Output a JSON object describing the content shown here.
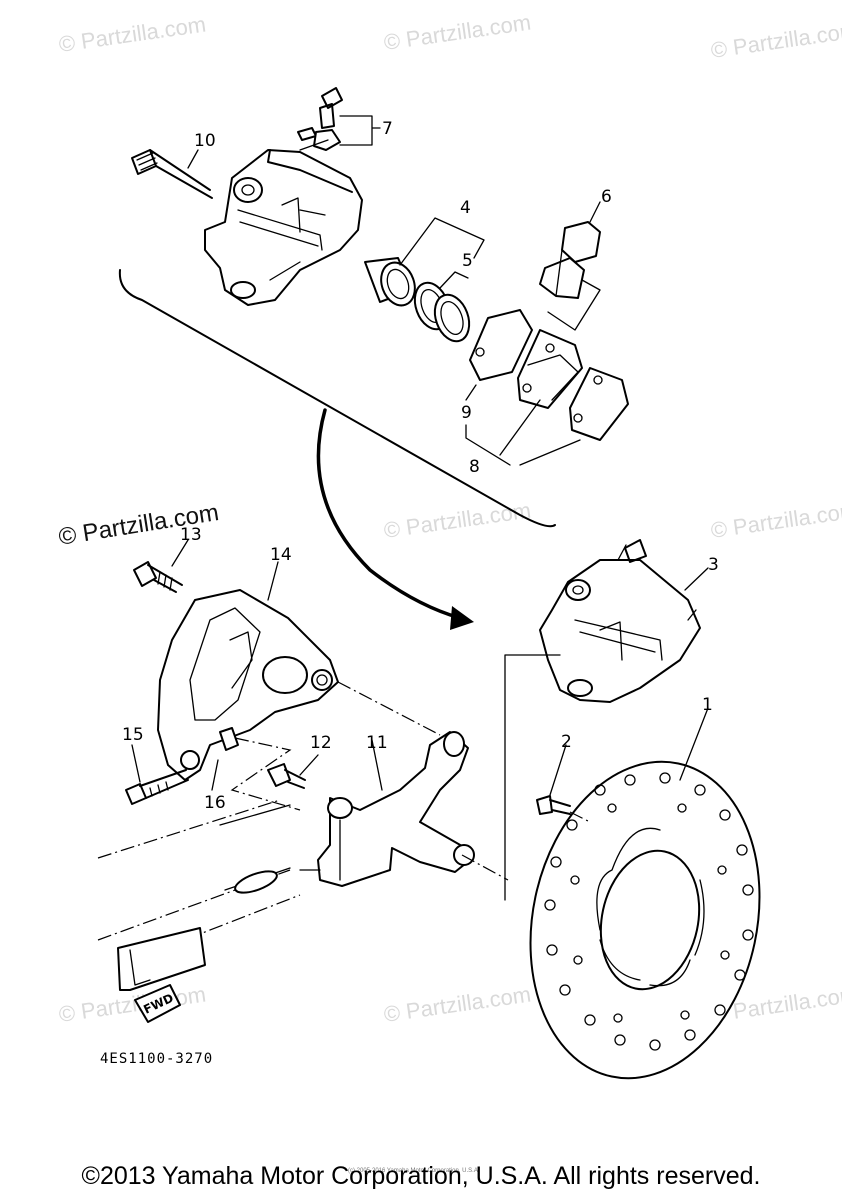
{
  "watermark": "© Partzilla.com",
  "callouts": {
    "c1": "1",
    "c2": "2",
    "c3": "3",
    "c4": "4",
    "c5": "5",
    "c6": "6",
    "c7": "7",
    "c8": "8",
    "c9": "9",
    "c10": "10",
    "c11": "11",
    "c12": "12",
    "c13": "13",
    "c14": "14",
    "c15": "15",
    "c16": "16"
  },
  "fwd_label": "FWD",
  "diagram_code": "4ES1100-3270",
  "tiny_notice": "(c) 2005-2016 Yamaha Motor Corporation, U.S.A.",
  "copyright": "©2013 Yamaha Motor Corporation, U.S.A. All rights reserved."
}
